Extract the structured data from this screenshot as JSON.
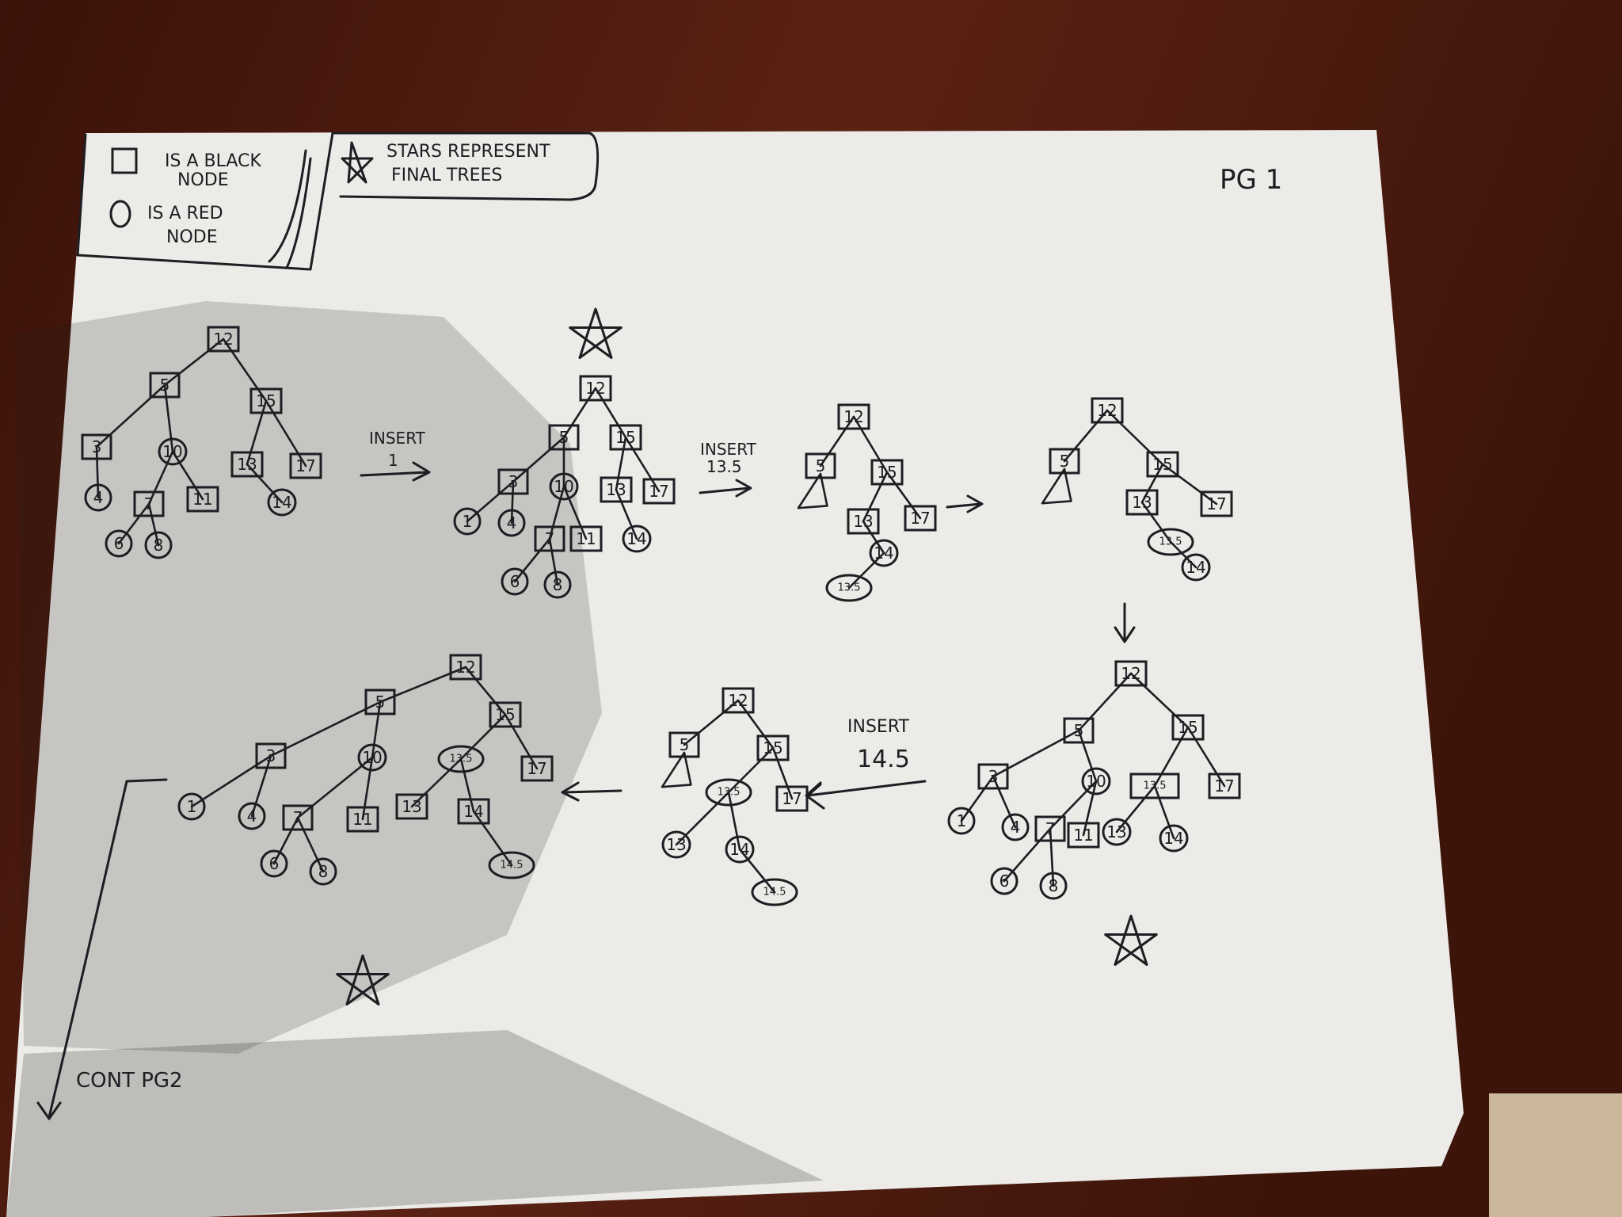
{
  "legend": {
    "black_node_text_1": "IS A BLACK",
    "black_node_text_2": "NODE",
    "red_node_text_1": "IS A RED",
    "red_node_text_2": "NODE",
    "stars_text_1": "STARS REPRESENT",
    "stars_text_2": "FINAL TREES"
  },
  "page_label": "PG 1",
  "continue_label": "CONT PG2",
  "insert_labels": {
    "insert_1": [
      "INSERT",
      "1"
    ],
    "insert_13_5": [
      "INSERT",
      "13.5"
    ],
    "insert_14_5": [
      "INSERT",
      "14.5"
    ]
  },
  "colors": {
    "paper": "#ecebe7",
    "ink": "#1d1d22",
    "desk": "#4a1c10"
  },
  "trees": [
    {
      "id": "tree-1",
      "star": false,
      "nodes": [
        {
          "id": "a",
          "label": "12",
          "type": "black"
        },
        {
          "id": "b",
          "label": "5",
          "type": "black"
        },
        {
          "id": "c",
          "label": "15",
          "type": "black"
        },
        {
          "id": "d",
          "label": "3",
          "type": "black"
        },
        {
          "id": "e",
          "label": "10",
          "type": "red"
        },
        {
          "id": "f",
          "label": "13",
          "type": "black"
        },
        {
          "id": "g",
          "label": "17",
          "type": "black"
        },
        {
          "id": "h",
          "label": "4",
          "type": "red"
        },
        {
          "id": "i",
          "label": "7",
          "type": "black"
        },
        {
          "id": "j",
          "label": "11",
          "type": "black"
        },
        {
          "id": "k",
          "label": "14",
          "type": "red"
        },
        {
          "id": "l",
          "label": "6",
          "type": "red"
        },
        {
          "id": "m",
          "label": "8",
          "type": "red"
        }
      ],
      "edges": [
        [
          "a",
          "b"
        ],
        [
          "a",
          "c"
        ],
        [
          "b",
          "d"
        ],
        [
          "b",
          "e"
        ],
        [
          "c",
          "f"
        ],
        [
          "c",
          "g"
        ],
        [
          "d",
          "h"
        ],
        [
          "e",
          "i"
        ],
        [
          "e",
          "j"
        ],
        [
          "f",
          "k"
        ],
        [
          "i",
          "l"
        ],
        [
          "i",
          "m"
        ]
      ]
    },
    {
      "id": "tree-2",
      "star": true,
      "nodes": [
        {
          "id": "a",
          "label": "12",
          "type": "black"
        },
        {
          "id": "b",
          "label": "5",
          "type": "black"
        },
        {
          "id": "c",
          "label": "15",
          "type": "black"
        },
        {
          "id": "d",
          "label": "3",
          "type": "black"
        },
        {
          "id": "e",
          "label": "10",
          "type": "red"
        },
        {
          "id": "f",
          "label": "13",
          "type": "black"
        },
        {
          "id": "g",
          "label": "17",
          "type": "black"
        },
        {
          "id": "n",
          "label": "1",
          "type": "red"
        },
        {
          "id": "h",
          "label": "4",
          "type": "red"
        },
        {
          "id": "i",
          "label": "7",
          "type": "black"
        },
        {
          "id": "j",
          "label": "11",
          "type": "black"
        },
        {
          "id": "k",
          "label": "14",
          "type": "red"
        },
        {
          "id": "l",
          "label": "6",
          "type": "red"
        },
        {
          "id": "m",
          "label": "8",
          "type": "red"
        }
      ],
      "edges": [
        [
          "a",
          "b"
        ],
        [
          "a",
          "c"
        ],
        [
          "b",
          "d"
        ],
        [
          "b",
          "e"
        ],
        [
          "c",
          "f"
        ],
        [
          "c",
          "g"
        ],
        [
          "d",
          "n"
        ],
        [
          "d",
          "h"
        ],
        [
          "e",
          "i"
        ],
        [
          "e",
          "j"
        ],
        [
          "f",
          "k"
        ],
        [
          "i",
          "l"
        ],
        [
          "i",
          "m"
        ]
      ]
    },
    {
      "id": "tree-3",
      "star": false,
      "nodes": [
        {
          "id": "a",
          "label": "12",
          "type": "black"
        },
        {
          "id": "b",
          "label": "5",
          "type": "black"
        },
        {
          "id": "c",
          "label": "15",
          "type": "black"
        },
        {
          "id": "f",
          "label": "13",
          "type": "black"
        },
        {
          "id": "g",
          "label": "17",
          "type": "black"
        },
        {
          "id": "k",
          "label": "14",
          "type": "red"
        },
        {
          "id": "p",
          "label": "13.5",
          "type": "red"
        }
      ],
      "edges": [
        [
          "a",
          "b"
        ],
        [
          "a",
          "c"
        ],
        [
          "c",
          "f"
        ],
        [
          "c",
          "g"
        ],
        [
          "f",
          "k"
        ],
        [
          "k",
          "p"
        ]
      ],
      "subtrees": [
        "b"
      ]
    },
    {
      "id": "tree-4",
      "star": false,
      "nodes": [
        {
          "id": "a",
          "label": "12",
          "type": "black"
        },
        {
          "id": "b",
          "label": "5",
          "type": "black"
        },
        {
          "id": "c",
          "label": "15",
          "type": "black"
        },
        {
          "id": "f",
          "label": "13",
          "type": "black"
        },
        {
          "id": "g",
          "label": "17",
          "type": "black"
        },
        {
          "id": "p",
          "label": "13.5",
          "type": "red"
        },
        {
          "id": "k",
          "label": "14",
          "type": "red"
        }
      ],
      "edges": [
        [
          "a",
          "b"
        ],
        [
          "a",
          "c"
        ],
        [
          "c",
          "f"
        ],
        [
          "c",
          "g"
        ],
        [
          "f",
          "p"
        ],
        [
          "p",
          "k"
        ]
      ],
      "subtrees": [
        "b"
      ]
    },
    {
      "id": "tree-5",
      "star": true,
      "nodes": [
        {
          "id": "a",
          "label": "12",
          "type": "black"
        },
        {
          "id": "b",
          "label": "5",
          "type": "black"
        },
        {
          "id": "c",
          "label": "15",
          "type": "black"
        },
        {
          "id": "d",
          "label": "3",
          "type": "black"
        },
        {
          "id": "e",
          "label": "10",
          "type": "red"
        },
        {
          "id": "p",
          "label": "13.5",
          "type": "black"
        },
        {
          "id": "g",
          "label": "17",
          "type": "black"
        },
        {
          "id": "n",
          "label": "1",
          "type": "red"
        },
        {
          "id": "h",
          "label": "4",
          "type": "red"
        },
        {
          "id": "i",
          "label": "7",
          "type": "black"
        },
        {
          "id": "j",
          "label": "11",
          "type": "black"
        },
        {
          "id": "f",
          "label": "13",
          "type": "red"
        },
        {
          "id": "k",
          "label": "14",
          "type": "red"
        },
        {
          "id": "l",
          "label": "6",
          "type": "red"
        },
        {
          "id": "m",
          "label": "8",
          "type": "red"
        }
      ],
      "edges": [
        [
          "a",
          "b"
        ],
        [
          "a",
          "c"
        ],
        [
          "b",
          "d"
        ],
        [
          "b",
          "e"
        ],
        [
          "c",
          "p"
        ],
        [
          "c",
          "g"
        ],
        [
          "d",
          "n"
        ],
        [
          "d",
          "h"
        ],
        [
          "e",
          "i"
        ],
        [
          "e",
          "j"
        ],
        [
          "p",
          "f"
        ],
        [
          "p",
          "k"
        ],
        [
          "i",
          "l"
        ],
        [
          "i",
          "m"
        ]
      ]
    },
    {
      "id": "tree-6",
      "star": false,
      "nodes": [
        {
          "id": "a",
          "label": "12",
          "type": "black"
        },
        {
          "id": "b",
          "label": "5",
          "type": "black"
        },
        {
          "id": "c",
          "label": "15",
          "type": "black"
        },
        {
          "id": "p",
          "label": "13.5",
          "type": "red"
        },
        {
          "id": "g",
          "label": "17",
          "type": "black"
        },
        {
          "id": "f",
          "label": "13",
          "type": "red"
        },
        {
          "id": "k",
          "label": "14",
          "type": "red"
        },
        {
          "id": "q",
          "label": "14.5",
          "type": "red"
        }
      ],
      "edges": [
        [
          "a",
          "b"
        ],
        [
          "a",
          "c"
        ],
        [
          "c",
          "p"
        ],
        [
          "c",
          "g"
        ],
        [
          "p",
          "f"
        ],
        [
          "p",
          "k"
        ],
        [
          "k",
          "q"
        ]
      ],
      "subtrees": [
        "b"
      ]
    },
    {
      "id": "tree-7",
      "star": true,
      "nodes": [
        {
          "id": "a",
          "label": "12",
          "type": "black"
        },
        {
          "id": "b",
          "label": "5",
          "type": "black"
        },
        {
          "id": "c",
          "label": "15",
          "type": "black"
        },
        {
          "id": "d",
          "label": "3",
          "type": "black"
        },
        {
          "id": "e",
          "label": "10",
          "type": "red"
        },
        {
          "id": "p",
          "label": "13.5",
          "type": "red"
        },
        {
          "id": "g",
          "label": "17",
          "type": "black"
        },
        {
          "id": "n",
          "label": "1",
          "type": "red"
        },
        {
          "id": "h",
          "label": "4",
          "type": "red"
        },
        {
          "id": "i",
          "label": "7",
          "type": "black"
        },
        {
          "id": "j",
          "label": "11",
          "type": "black"
        },
        {
          "id": "f",
          "label": "13",
          "type": "black"
        },
        {
          "id": "k",
          "label": "14",
          "type": "black"
        },
        {
          "id": "l",
          "label": "6",
          "type": "red"
        },
        {
          "id": "m",
          "label": "8",
          "type": "red"
        },
        {
          "id": "q",
          "label": "14.5",
          "type": "red"
        }
      ],
      "edges": [
        [
          "a",
          "b"
        ],
        [
          "a",
          "c"
        ],
        [
          "b",
          "d"
        ],
        [
          "b",
          "e"
        ],
        [
          "c",
          "p"
        ],
        [
          "c",
          "g"
        ],
        [
          "d",
          "n"
        ],
        [
          "d",
          "h"
        ],
        [
          "e",
          "i"
        ],
        [
          "e",
          "j"
        ],
        [
          "p",
          "f"
        ],
        [
          "p",
          "k"
        ],
        [
          "i",
          "l"
        ],
        [
          "i",
          "m"
        ],
        [
          "k",
          "q"
        ]
      ]
    }
  ]
}
